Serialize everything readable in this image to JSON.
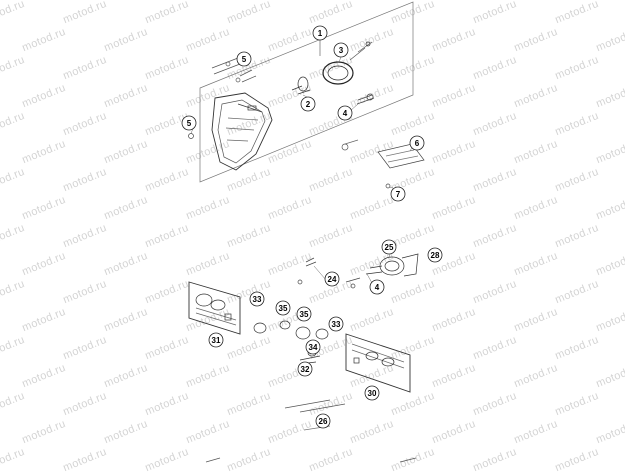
{
  "watermark": "motod.ru",
  "callouts": [
    {
      "id": "c1",
      "text": "1"
    },
    {
      "id": "c2",
      "text": "2"
    },
    {
      "id": "c3",
      "text": "3"
    },
    {
      "id": "c4a",
      "text": "4"
    },
    {
      "id": "c5a",
      "text": "5"
    },
    {
      "id": "c5b",
      "text": "5"
    },
    {
      "id": "c6",
      "text": "6"
    },
    {
      "id": "c7",
      "text": "7"
    },
    {
      "id": "c25",
      "text": "25"
    },
    {
      "id": "c28",
      "text": "28"
    },
    {
      "id": "c24",
      "text": "24"
    },
    {
      "id": "c4b",
      "text": "4"
    },
    {
      "id": "c33a",
      "text": "33"
    },
    {
      "id": "c35a",
      "text": "35"
    },
    {
      "id": "c35b",
      "text": "35"
    },
    {
      "id": "c33b",
      "text": "33"
    },
    {
      "id": "c31",
      "text": "31"
    },
    {
      "id": "c34",
      "text": "34"
    },
    {
      "id": "c32",
      "text": "32"
    },
    {
      "id": "c30",
      "text": "30"
    },
    {
      "id": "c26",
      "text": "26"
    }
  ]
}
